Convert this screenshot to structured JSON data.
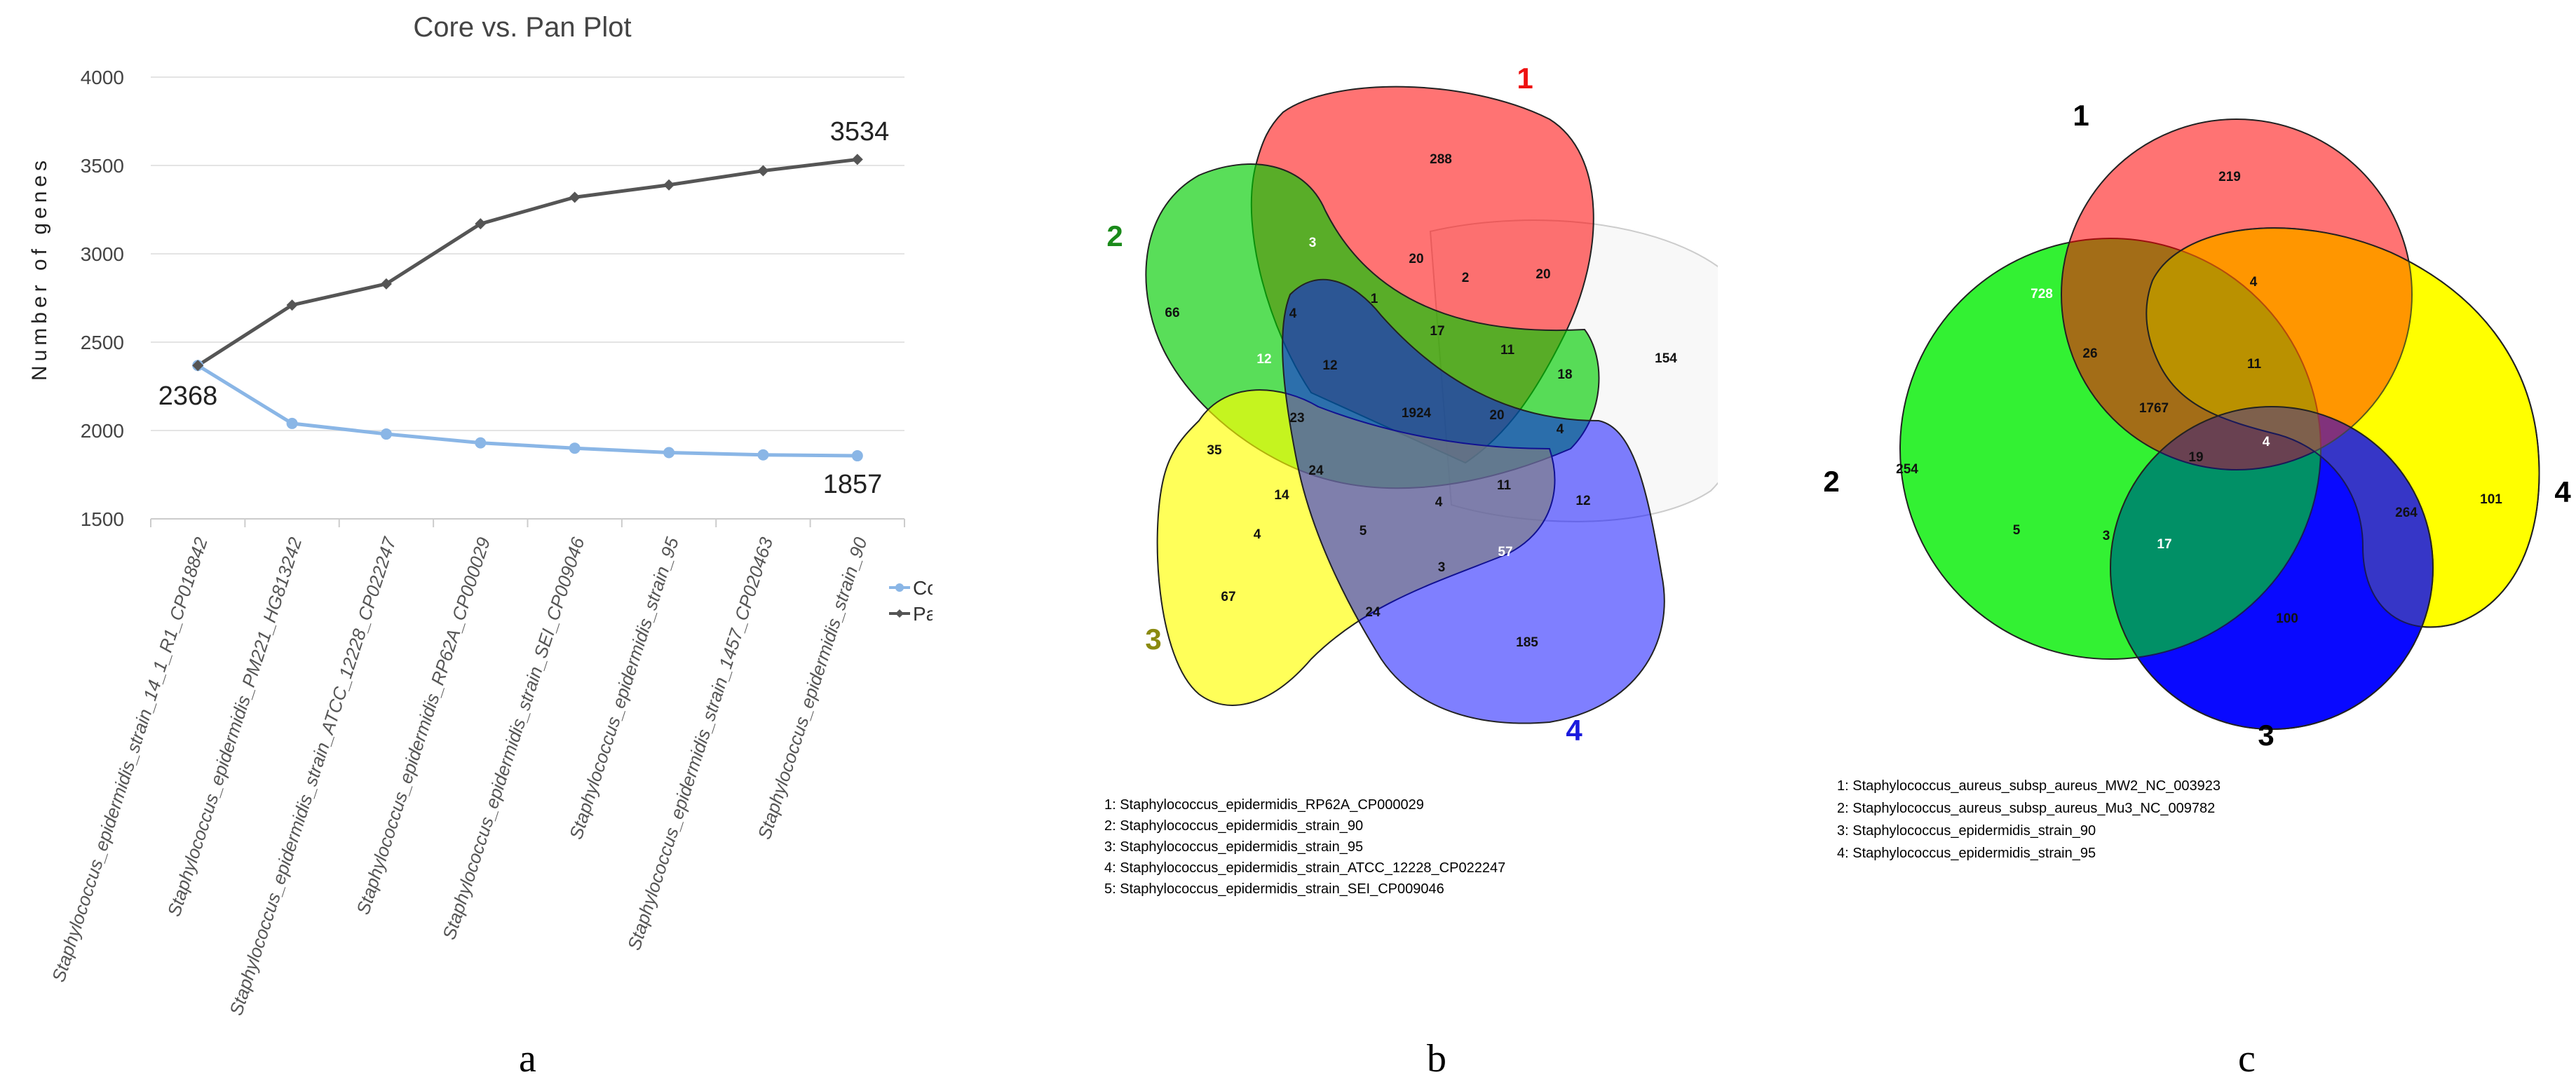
{
  "chart_data": [
    {
      "type": "line",
      "title": "Core vs. Pan Plot",
      "ylabel": "Number of genes",
      "ylim": [
        1500,
        4000
      ],
      "yticks": [
        1500,
        2000,
        2500,
        3000,
        3500,
        4000
      ],
      "grid": true,
      "legend": "right",
      "categories": [
        "Staphylococcus_epidermidis_strain_14_1_R1_CP018842",
        "Staphylococcus_epidermidis_PM221_HG813242",
        "Staphylococcus_epidermidis_strain_ATCC_12228_CP022247",
        "Staphylococcus_epidermidis_RP62A_CP000029",
        "Staphylococcus_epidermidis_strain_SEI_CP009046",
        "Staphylococcus_epidermidis_strain_95",
        "Staphylococcus_epidermidis_strain_1457_CP020463",
        "Staphylococcus_epidermidis_strain_90"
      ],
      "series": [
        {
          "name": "Core",
          "color": "#8ab6e6",
          "values": [
            2368,
            2040,
            1980,
            1930,
            1900,
            1875,
            1862,
            1857
          ]
        },
        {
          "name": "Pan",
          "color": "#555555",
          "values": [
            2368,
            2710,
            2830,
            3170,
            3320,
            3390,
            3470,
            3534
          ]
        }
      ],
      "annotations": [
        "2368",
        "3534",
        "1857"
      ],
      "panel_label": "a"
    },
    {
      "type": "venn",
      "sets": [
        {
          "id": "1",
          "color": "#ff0000"
        },
        {
          "id": "2",
          "color": "#00cc00"
        },
        {
          "id": "3",
          "color": "#ffff00"
        },
        {
          "id": "4",
          "color": "#0000ff"
        },
        {
          "id": "5",
          "color": "#cccccc"
        }
      ],
      "region_values": [
        "288",
        "3",
        "20",
        "2",
        "20",
        "66",
        "4",
        "1",
        "17",
        "11",
        "18",
        "154",
        "12",
        "12",
        "1924",
        "20",
        "4",
        "23",
        "35",
        "24",
        "14",
        "4",
        "5",
        "4",
        "11",
        "12",
        "3",
        "57",
        "67",
        "24",
        "185"
      ],
      "legend": [
        "1:   Staphylococcus_epidermidis_RP62A_CP000029",
        "2:   Staphylococcus_epidermidis_strain_90",
        "3:   Staphylococcus_epidermidis_strain_95",
        "4:   Staphylococcus_epidermidis_strain_ATCC_12228_CP022247",
        "5:   Staphylococcus_epidermidis_strain_SEI_CP009046"
      ],
      "panel_label": "b"
    },
    {
      "type": "venn",
      "sets": [
        {
          "id": "1",
          "color": "#ff0000"
        },
        {
          "id": "2",
          "color": "#00ee00"
        },
        {
          "id": "3",
          "color": "#0000ff"
        },
        {
          "id": "4",
          "color": "#ffff00"
        }
      ],
      "region_values": [
        "219",
        "728",
        "4",
        "26",
        "11",
        "1767",
        "19",
        "4",
        "254",
        "5",
        "3",
        "17",
        "264",
        "101",
        "100"
      ],
      "legend": [
        "1:   Staphylococcus_aureus_subsp_aureus_MW2_NC_003923",
        "2:   Staphylococcus_aureus_subsp_aureus_Mu3_NC_009782",
        "3:   Staphylococcus_epidermidis_strain_90",
        "4:   Staphylococcus_epidermidis_strain_95"
      ],
      "panel_label": "c"
    }
  ]
}
